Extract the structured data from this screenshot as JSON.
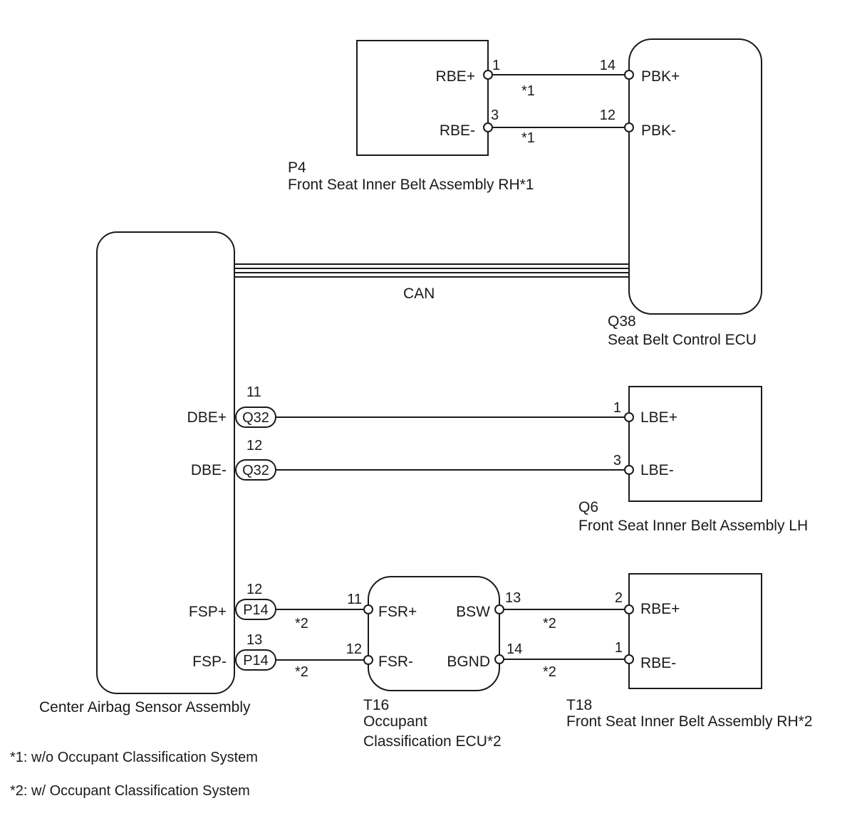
{
  "components": {
    "p4": {
      "code": "P4",
      "name": "Front Seat Inner Belt Assembly RH*1",
      "pin_pos": "RBE+",
      "pin_neg": "RBE-",
      "num_pos": "1",
      "num_neg": "3"
    },
    "q38": {
      "code": "Q38",
      "name": "Seat Belt Control ECU",
      "pin_pos": "PBK+",
      "pin_neg": "PBK-",
      "num_pos": "14",
      "num_neg": "12"
    },
    "airbag": {
      "name": "Center Airbag Sensor Assembly",
      "dbe_pos": "DBE+",
      "dbe_neg": "DBE-",
      "fsp_pos": "FSP+",
      "fsp_neg": "FSP-"
    },
    "q6": {
      "code": "Q6",
      "name": "Front Seat Inner Belt Assembly LH",
      "pin_pos": "LBE+",
      "pin_neg": "LBE-",
      "num_pos": "1",
      "num_neg": "3"
    },
    "t16": {
      "code": "T16",
      "name_line1": "Occupant",
      "name_line2": "Classification ECU*2",
      "fsr_pos": "FSR+",
      "fsr_neg": "FSR-",
      "bsw": "BSW",
      "bgnd": "BGND",
      "num_fsr_pos": "11",
      "num_fsr_neg": "12",
      "num_bsw": "13",
      "num_bgnd": "14"
    },
    "t18": {
      "code": "T18",
      "name": "Front Seat Inner Belt Assembly RH*2",
      "pin_pos": "RBE+",
      "pin_neg": "RBE-",
      "num_pos": "2",
      "num_neg": "1"
    }
  },
  "connectors": {
    "dbe_pos": {
      "code": "Q32",
      "pin": "11"
    },
    "dbe_neg": {
      "code": "Q32",
      "pin": "12"
    },
    "fsp_pos": {
      "code": "P14",
      "pin": "12"
    },
    "fsp_neg": {
      "code": "P14",
      "pin": "13"
    }
  },
  "wires": {
    "can_label": "CAN",
    "mark1": "*1",
    "mark2": "*2"
  },
  "notes": {
    "note1": "*1: w/o Occupant Classification System",
    "note2": "*2: w/ Occupant Classification System"
  }
}
